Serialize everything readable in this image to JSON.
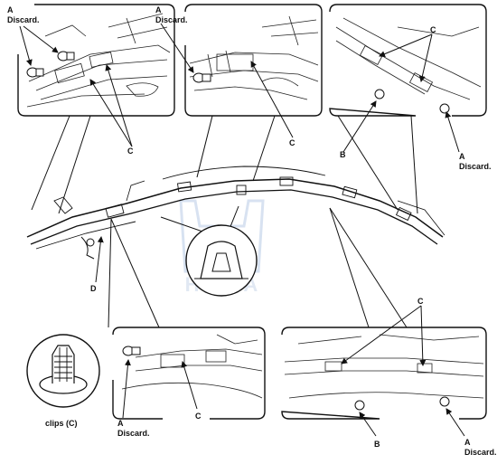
{
  "labels": {
    "a": "A",
    "discard": "Discard.",
    "b": "B",
    "c": "C",
    "d": "D",
    "clips_caption": "clips (C)"
  },
  "watermark": {
    "text": "HONDA",
    "color": "#c9d7ea"
  },
  "colors": {
    "line": "#1a1a1a",
    "paper": "#ffffff"
  }
}
